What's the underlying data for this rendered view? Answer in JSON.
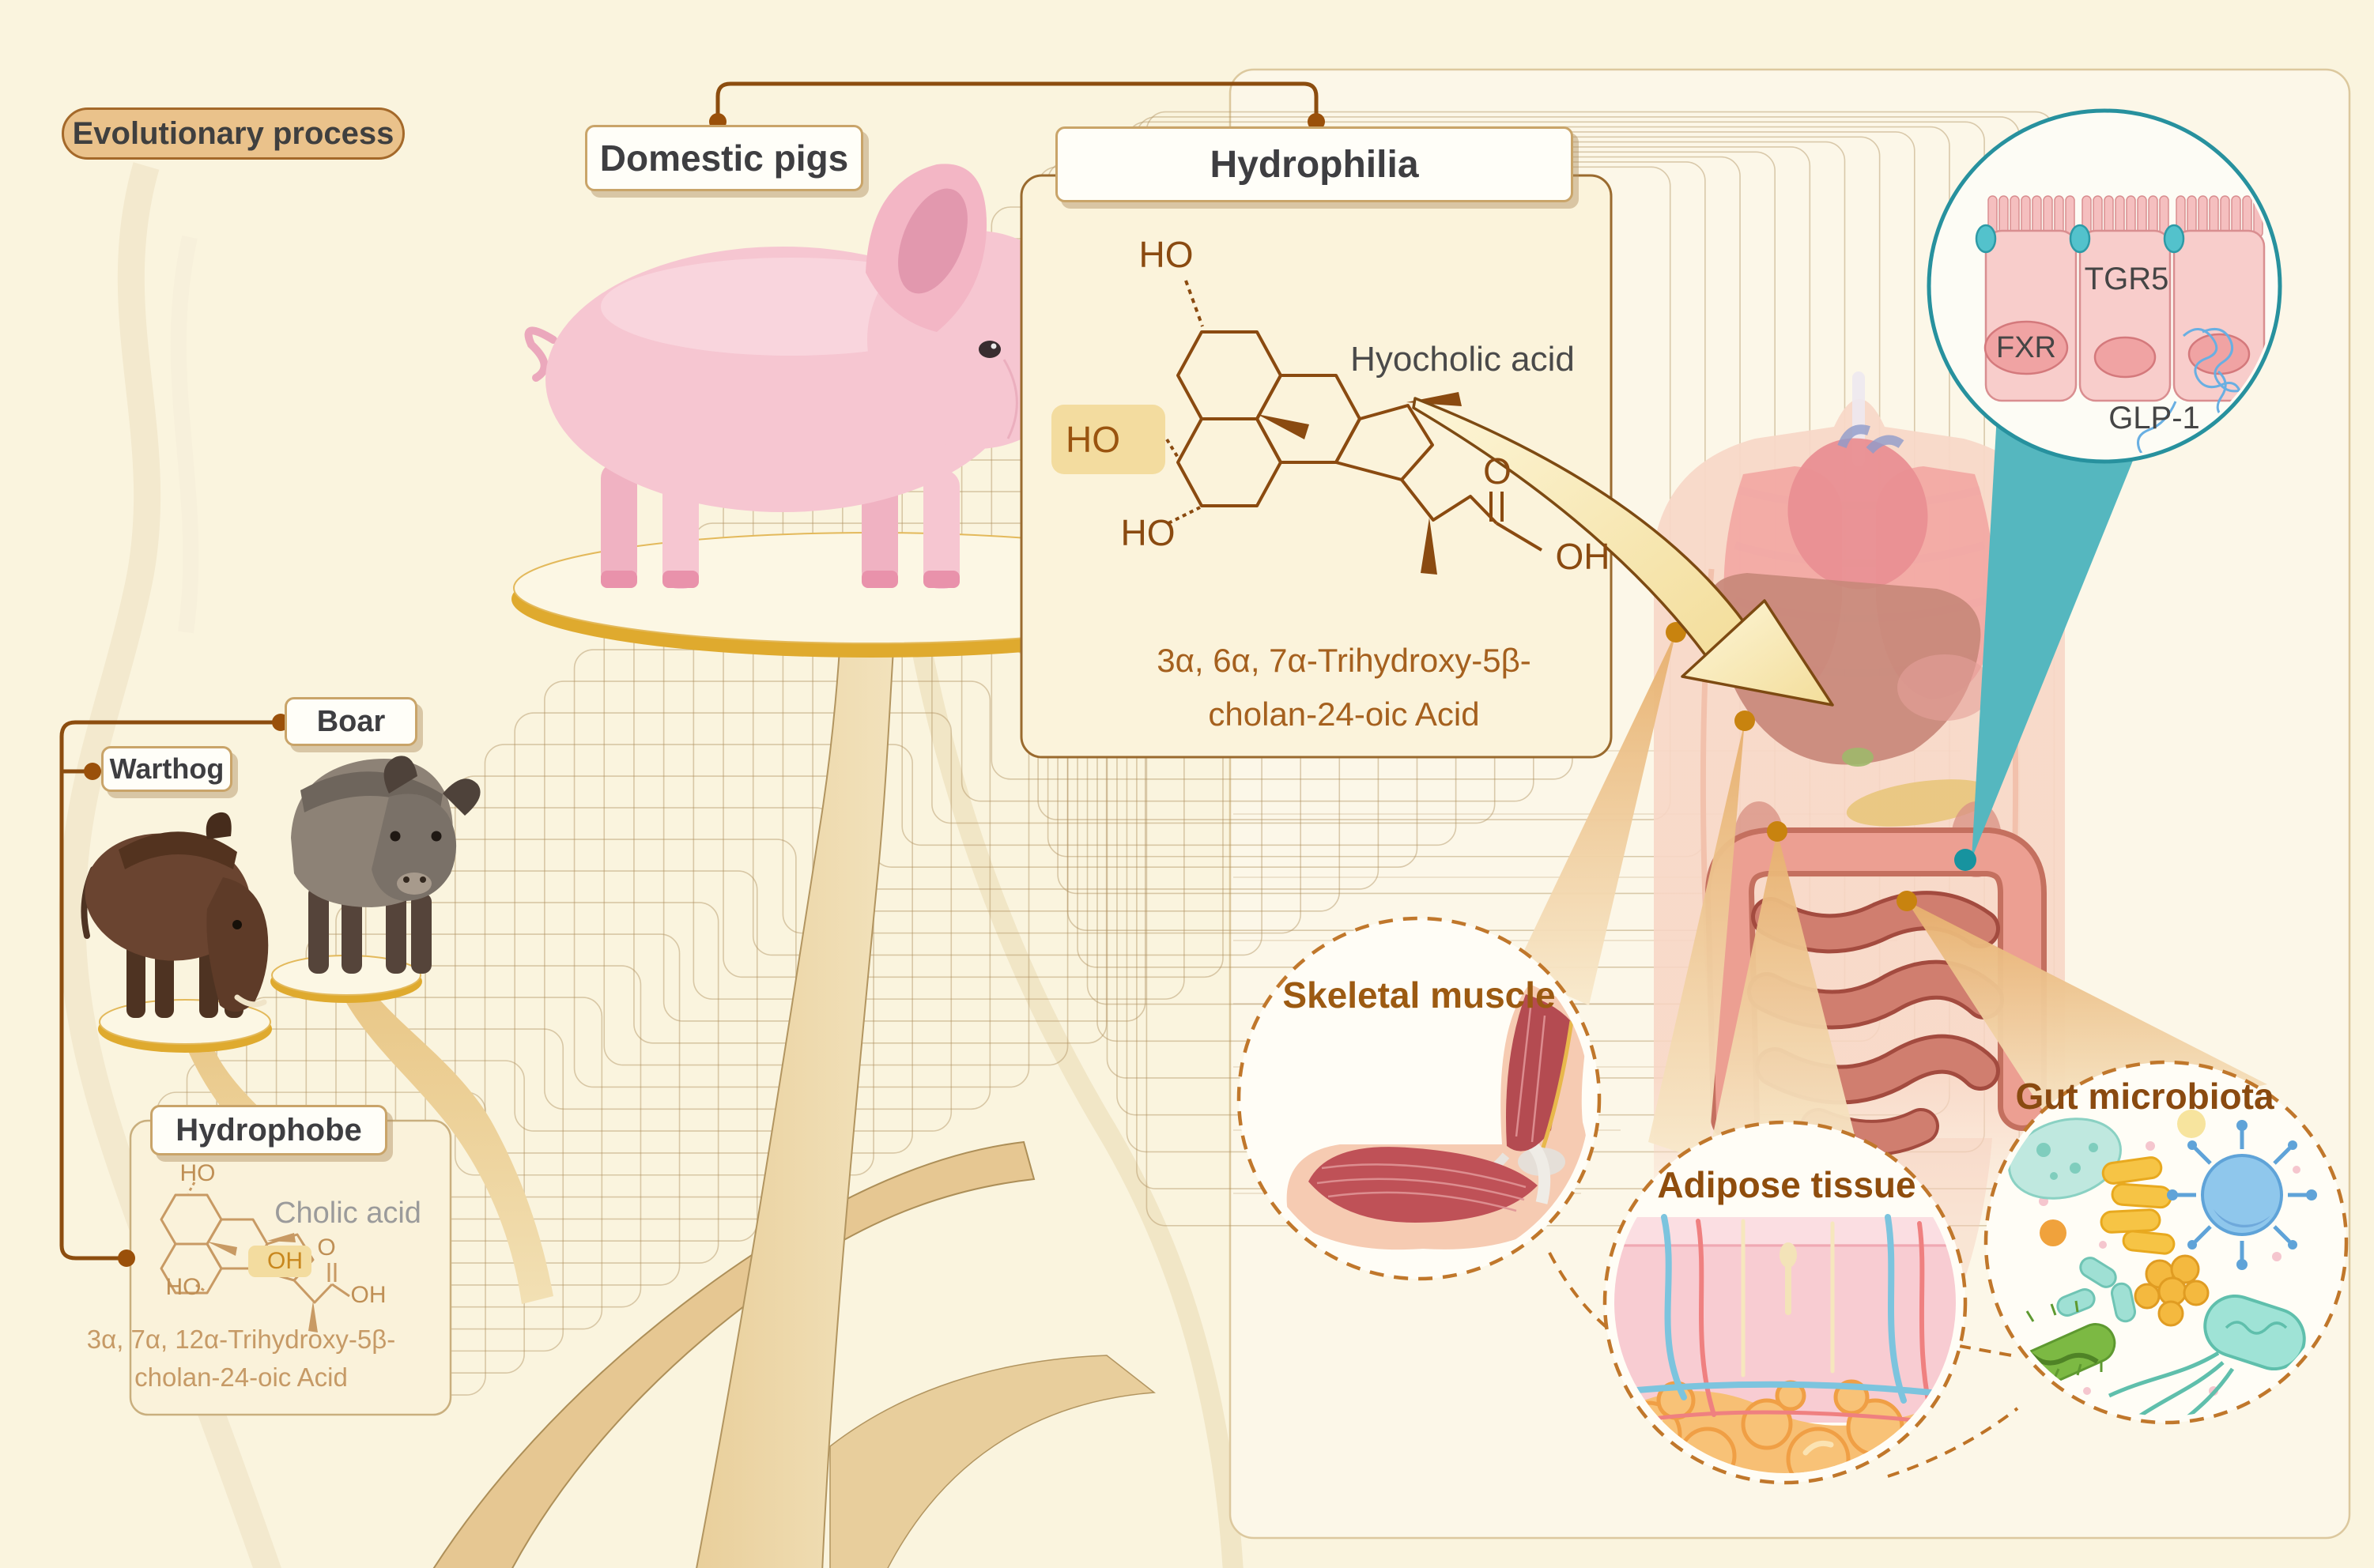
{
  "header": {
    "evolutionary_process": "Evolutionary process"
  },
  "phylogeny": {
    "domestic_pigs": "Domestic pigs",
    "boar": "Boar",
    "warthog": "Warthog"
  },
  "hydrophilia": {
    "title": "Hydrophilia",
    "compound": "Hyocholic acid",
    "iupac_line1": "3α, 6α, 7α-Trihydroxy-5β-",
    "iupac_line2": "cholan-24-oic Acid",
    "atoms": {
      "ho_c3": "HO",
      "ho_c6": "HO",
      "ho_c7": "HO",
      "carbonyl_o": "O",
      "carboxyl_oh": "OH"
    }
  },
  "hydrophobe": {
    "title": "Hydrophobe",
    "compound": "Cholic acid",
    "iupac_line1": "3α, 7α, 12α-Trihydroxy-5β-",
    "iupac_line2": "cholan-24-oic Acid",
    "atoms": {
      "ho_c3": "HO",
      "ho_c7": "HO",
      "oh_c12": "OH",
      "carbonyl_o": "O",
      "carboxyl_oh": "OH"
    }
  },
  "receptor_inset": {
    "tgr5": "TGR5",
    "fxr": "FXR",
    "glp1": "GLP-1"
  },
  "tissues": {
    "skeletal_muscle": "Skeletal muscle",
    "adipose_tissue": "Adipose tissue",
    "gut_microbiota": "Gut microbiota"
  },
  "colors": {
    "background": "#FAF4DE",
    "panel": "#FCF7E8",
    "line_brown": "#8C4D0F",
    "dashed_circle": "#C0772B",
    "teal": "#2E9AA6",
    "gold": "#DFAA2E",
    "pill_fill": "#EAC28B",
    "structure_brown": "#8A4A10",
    "structure_tan": "#C89A64",
    "highlight": "#F3DC9F"
  }
}
